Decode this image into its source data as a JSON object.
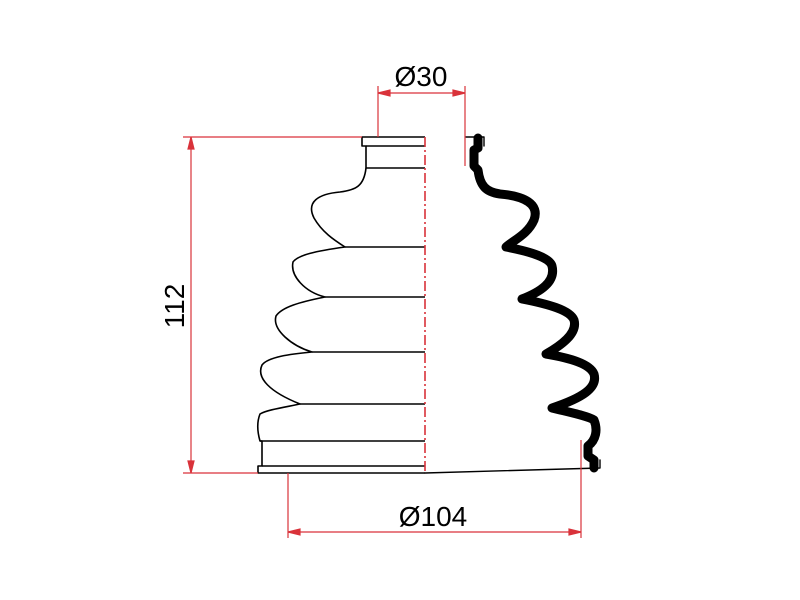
{
  "dimensions": {
    "top_diameter": "Ø30",
    "bottom_diameter": "Ø104",
    "height": "112"
  },
  "colors": {
    "dimension_lines": "#d9323a",
    "outline": "#000000",
    "background": "#ffffff"
  },
  "part": {
    "name": "cv-joint-boot",
    "sections": [
      "outline-half",
      "section-half"
    ]
  }
}
